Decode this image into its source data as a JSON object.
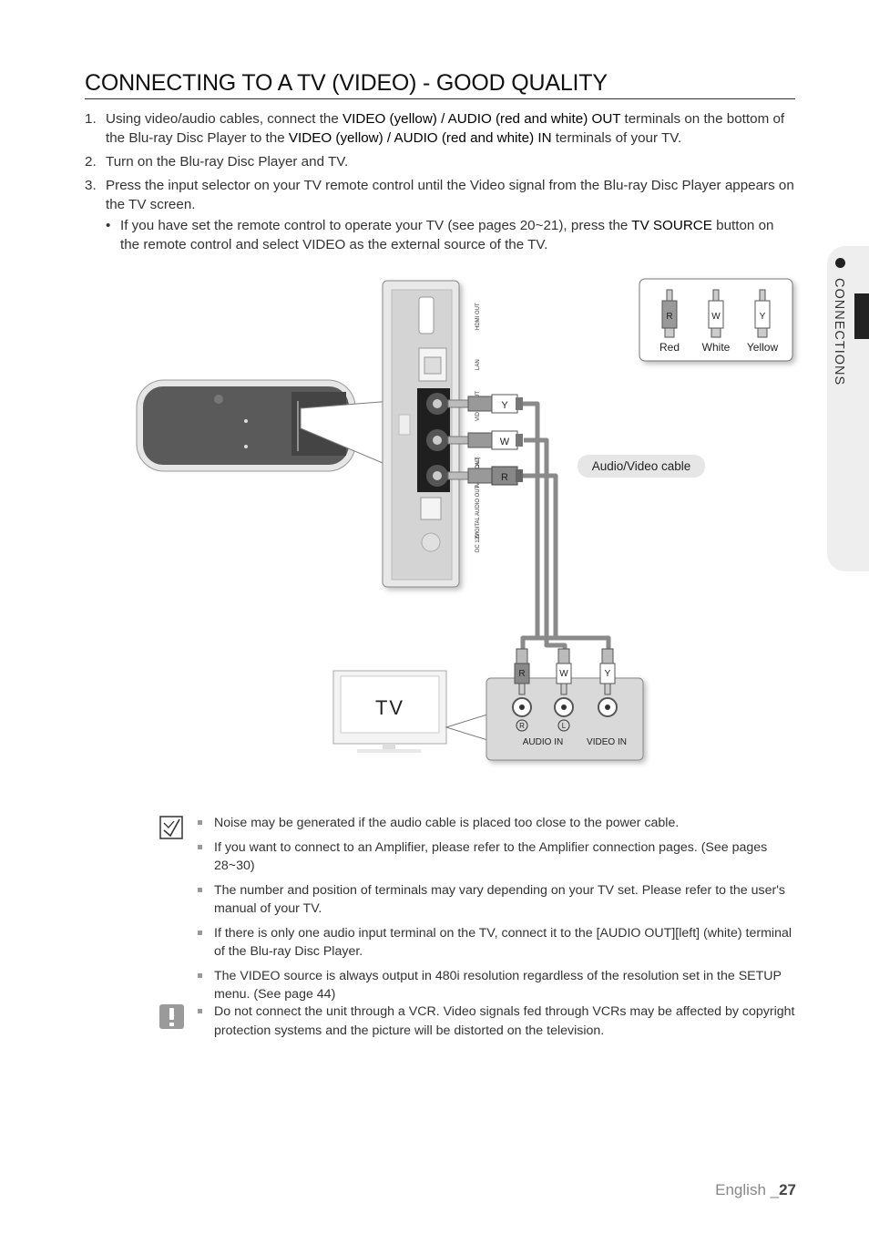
{
  "title": "CONNECTING TO A TV (VIDEO) - GOOD QUALITY",
  "steps": [
    {
      "num": "1.",
      "parts": [
        "Using video/audio cables, connect the ",
        "VIDEO (yellow) / AUDIO (red and white) OUT",
        " terminals on the bottom of the Blu-ray Disc Player to the ",
        "VIDEO (yellow) / AUDIO (red and white) IN",
        " terminals of your TV."
      ]
    },
    {
      "num": "2.",
      "text": "Turn on the Blu-ray Disc Player and TV."
    },
    {
      "num": "3.",
      "text": "Press the input selector on your TV remote control until the Video signal from the Blu-ray Disc Player appears on the TV screen."
    }
  ],
  "bullet": {
    "dot": "•",
    "parts": [
      "If you have set the remote control to operate your TV (see pages 20~21), press the ",
      "TV SOURCE",
      " button on the remote control and select VIDEO as the external source of the TV."
    ]
  },
  "side_tab": "CONNECTIONS",
  "diagram": {
    "player_labels": [
      "HDMI OUT",
      "LAN",
      "VIDEO OUT",
      "AUDIO OUT",
      "DIGITAL AUDIO OUT (OPTICAL)",
      "DC 12V"
    ],
    "plug_letters": [
      "Y",
      "W",
      "R"
    ],
    "legend": [
      {
        "letter": "R",
        "name": "Red"
      },
      {
        "letter": "W",
        "name": "White"
      },
      {
        "letter": "Y",
        "name": "Yellow"
      }
    ],
    "cable_label": "Audio/Video cable",
    "tv_label": "TV",
    "tv_plugs": [
      "R",
      "W",
      "Y"
    ],
    "jack_marks": [
      "R",
      "L"
    ],
    "audio_in": "AUDIO IN",
    "video_in": "VIDEO IN",
    "colors": {
      "cable": "#8a8a8a",
      "panel": "#d9d9d9",
      "dark": "#333333"
    }
  },
  "notes": [
    "Noise may be generated if the audio cable is placed too close to the power cable.",
    "If you want to connect to an Amplifier, please refer to the Amplifier connection pages. (See pages 28~30)",
    "The number and position of terminals may vary depending on your TV set. Please refer to the user's manual of your TV.",
    "If there is only one audio input terminal on the TV, connect it to the [AUDIO OUT][left] (white) terminal of the Blu-ray Disc Player.",
    "The VIDEO source is always output in 480i resolution regardless of the resolution set in the SETUP menu. (See page 44)"
  ],
  "caution": "Do not connect the unit through a VCR. Video signals fed through VCRs may be affected by copyright protection systems and the picture will be distorted on the television.",
  "footer": {
    "lang": "English _",
    "page": "27"
  }
}
